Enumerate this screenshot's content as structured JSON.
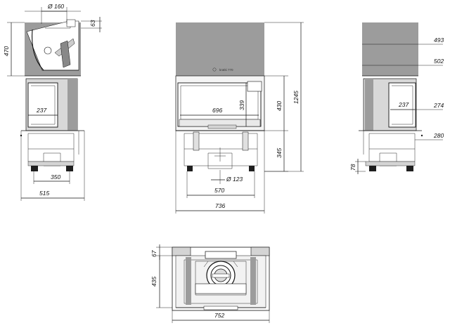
{
  "views": {
    "left": {
      "diameter_outlet": "Ø 160",
      "top_offset": "63",
      "hood_height": "470",
      "glass_width": "237",
      "foot_spacing": "350",
      "overall_width": "515"
    },
    "front": {
      "glass_width": "696",
      "glass_height": "339",
      "upper_height": "430",
      "overall_height": "1245",
      "lower_height": "345",
      "diameter_inlet": "Ø 123",
      "foot_spacing": "570",
      "overall_width": "736",
      "brand_label": "kratki 770"
    },
    "right": {
      "upper_dim": "493",
      "lower_dim": "502",
      "glass_width": "237",
      "side_dim_a": "274",
      "side_dim_b": "280",
      "foot_height": "78"
    },
    "top": {
      "depth_front": "67",
      "depth_total": "435",
      "overall_width": "752"
    }
  }
}
